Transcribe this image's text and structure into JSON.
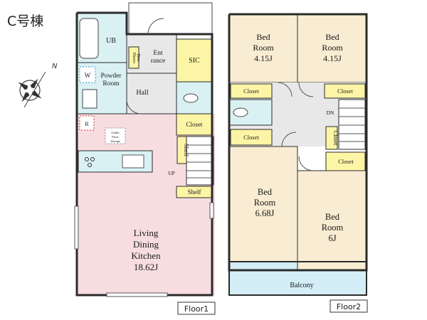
{
  "title": "C号棟",
  "compass": {
    "north": "N"
  },
  "floors": [
    {
      "label": "Floor1"
    },
    {
      "label": "Floor2"
    }
  ],
  "floor1": {
    "ub": "UB",
    "w": "W",
    "powder_room": [
      "Powder",
      "Room"
    ],
    "entrance": [
      "Ent",
      "rance"
    ],
    "shoes_box": [
      "Shoes",
      "Box"
    ],
    "sic": "SIC",
    "hall": "Hall",
    "closet": "Closet",
    "r": "R",
    "under_floor": [
      "Under",
      "Floor",
      "Storage"
    ],
    "shelf_vertical": "Shelf",
    "shelf": "Shelf",
    "up": "UP",
    "ldk": [
      "Living",
      "Dining",
      "Kitchen",
      "18.62J"
    ]
  },
  "floor2": {
    "bed1": [
      "Bed",
      "Room",
      "4.15J"
    ],
    "bed2": [
      "Bed",
      "Room",
      "4.15J"
    ],
    "bed3": [
      "Bed",
      "Room",
      "6.68J"
    ],
    "bed4": [
      "Bed",
      "Room",
      "6J"
    ],
    "closet_a": "Closet",
    "closet_b": "Closet",
    "closet_c": "Closet",
    "closet_d": "Closet",
    "closet_e": "Closet",
    "dn": "DN",
    "balcony": "Balcony"
  },
  "colors": {
    "ldk": "#f7dde0",
    "bedroom": "#f8ecd2",
    "closet": "#fdf5a6",
    "wet": "#d9f1f3",
    "corridor": "#e8e8e8",
    "balcony": "#d4eef7",
    "walls": "#2b2b2b"
  }
}
